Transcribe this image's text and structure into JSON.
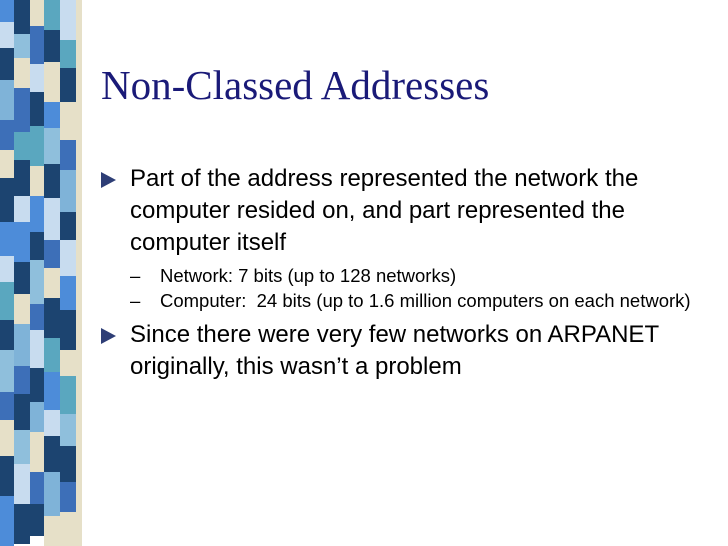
{
  "slide": {
    "title": "Non-Classed Addresses",
    "bullets": [
      {
        "text": "Part of the address represented the network the computer resided on, and part represented the computer itself",
        "subs": [
          "Network: 7 bits (up to 128 networks)",
          "Computer:  24 bits (up to 1.6 million computers on each network)"
        ]
      },
      {
        "text": "Since there were very few networks on ARPANET originally, this wasn’t a problem"
      }
    ],
    "sub_marker": "–"
  },
  "theme": {
    "title_color": "#1a1a78",
    "bullet_marker_color": "#2e3e76",
    "strip_colors": [
      "#3d6fb8",
      "#4d8cd9",
      "#7fb3d8",
      "#1c4470",
      "#5aa7bf",
      "#c8dcef",
      "#e6e0c8",
      "#8fbfdc"
    ]
  }
}
